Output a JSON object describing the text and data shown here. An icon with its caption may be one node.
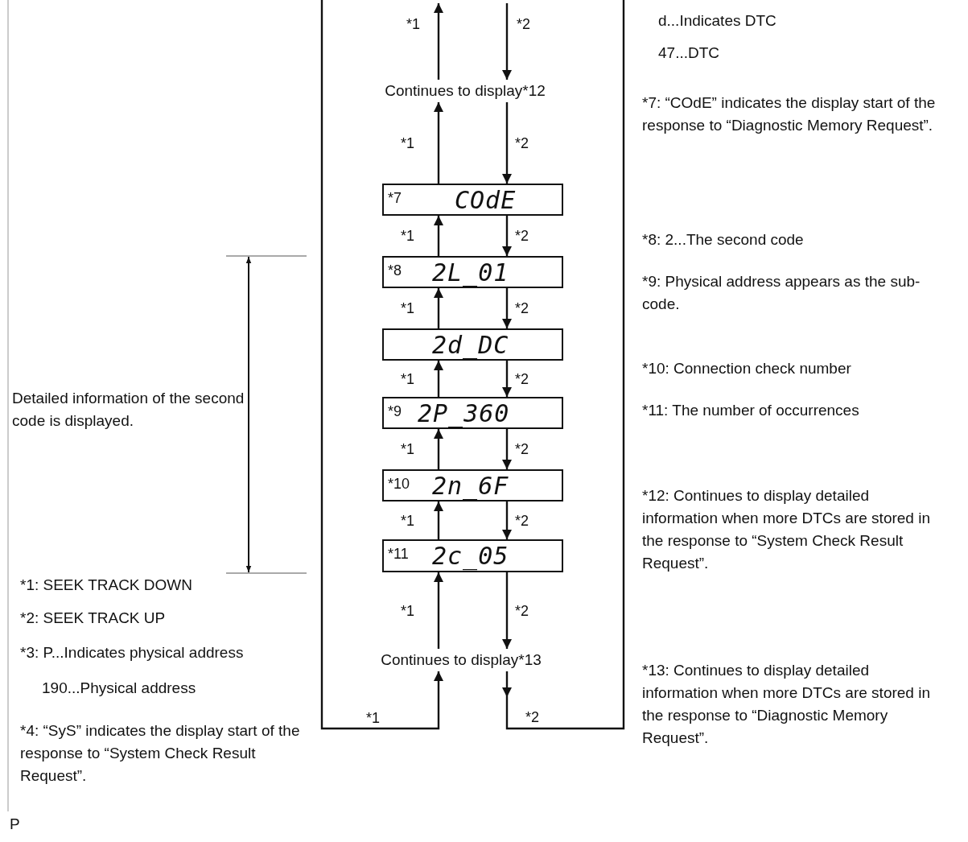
{
  "diagram": {
    "nodes": [
      {
        "text": [
          "Continues to display*12"
        ]
      },
      {
        "text": [
          "*7",
          "COdE"
        ]
      },
      {
        "text": [
          "*8",
          "2L_01"
        ]
      },
      {
        "text": [
          "2d_DC"
        ]
      },
      {
        "text": [
          "*9",
          "2P_360"
        ]
      },
      {
        "text": [
          "*10",
          "2n_6F"
        ]
      },
      {
        "text": [
          "*11",
          "2c_05"
        ]
      },
      {
        "text": [
          "Continues to display*13"
        ]
      }
    ],
    "edges": [
      {
        "from": 0,
        "to": null,
        "arrow": "to",
        "label": "*1"
      },
      {
        "from": null,
        "to": 0,
        "arrow": "to",
        "label": "*2"
      },
      {
        "from": 1,
        "to": 0,
        "arrow": "to",
        "label": "*1"
      },
      {
        "from": 0,
        "to": 1,
        "arrow": "to",
        "label": "*2"
      },
      {
        "from": 2,
        "to": 1,
        "arrow": "to",
        "label": "*1"
      },
      {
        "from": 1,
        "to": 2,
        "arrow": "to",
        "label": "*2"
      },
      {
        "from": 3,
        "to": 2,
        "arrow": "to",
        "label": "*1"
      },
      {
        "from": 2,
        "to": 3,
        "arrow": "to",
        "label": "*2"
      },
      {
        "from": 4,
        "to": 3,
        "arrow": "to",
        "label": "*1"
      },
      {
        "from": 3,
        "to": 4,
        "arrow": "to",
        "label": "*2"
      },
      {
        "from": 5,
        "to": 4,
        "arrow": "to",
        "label": "*1"
      },
      {
        "from": 4,
        "to": 5,
        "arrow": "to",
        "label": "*2"
      },
      {
        "from": 6,
        "to": 5,
        "arrow": "to",
        "label": "*1"
      },
      {
        "from": 5,
        "to": 6,
        "arrow": "to",
        "label": "*2"
      },
      {
        "from": 7,
        "to": 6,
        "arrow": "to",
        "label": "*1"
      },
      {
        "from": 6,
        "to": 7,
        "arrow": "to",
        "label": "*2"
      },
      {
        "from": null,
        "to": 7,
        "arrow": "to",
        "label": "*1"
      },
      {
        "from": 7,
        "to": null,
        "arrow": "to",
        "label": "*2"
      }
    ],
    "labels": [
      "d...Indicates DTC",
      "47...DTC",
      "*7: “COdE” indicates the display start of the response to “Diagnostic Memory Request”.",
      "*8: 2...The second code",
      "*9: Physical address appears as the sub-code.",
      "*10: Connection check number",
      "Detailed information of the second code is displayed.",
      "*11: The number of occurrences",
      "*12: Continues to display detailed information when more DTCs are stored in the response to “System Check Result Request”.",
      "*1: SEEK TRACK DOWN",
      "*2: SEEK TRACK UP",
      "*3: P...Indicates physical address",
      "190...Physical address",
      "*13: Continues to display detailed information when more DTCs are stored in the response to “Diagnostic Memory Request”.",
      "*4: “SyS” indicates the display start of the response to “System Check Result Request”.",
      "P"
    ]
  }
}
